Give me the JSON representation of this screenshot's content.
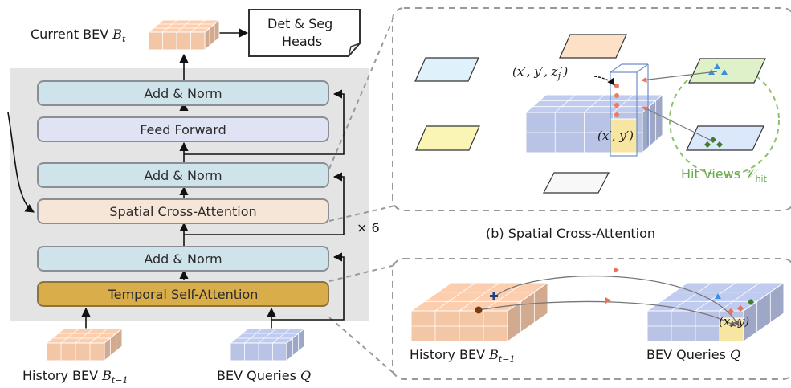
{
  "encoder": {
    "add_norm_top": "Add & Norm",
    "feed_forward": "Feed Forward",
    "add_norm_mid": "Add & Norm",
    "spatial_cross_attention": "Spatial Cross-Attention",
    "add_norm_bottom": "Add & Norm",
    "temporal_self_attention": "Temporal Self-Attention",
    "repeat": "× 6"
  },
  "inputs": {
    "history_bev_prefix": "History BEV ",
    "history_bev_math": "B",
    "history_bev_sub": "t−1",
    "bev_queries_prefix": "BEV Queries ",
    "bev_queries_math": "Q"
  },
  "output": {
    "current_bev_prefix": "Current BEV ",
    "current_bev_math": "B",
    "current_bev_sub": "t",
    "heads_line1": "Det & Seg",
    "heads_line2": "Heads"
  },
  "panel_b": {
    "caption": "(b) Spatial Cross-Attention",
    "ref_point_label": "(x′, y′, z",
    "ref_point_sub": "j",
    "ref_point_end": "′)",
    "pillar_label": "(x′, y′)",
    "hit_views_prefix": "Hit Views ",
    "hit_views_math": "𝒱",
    "hit_views_sub": "hit"
  },
  "panel_a": {
    "history_bev_prefix": "History BEV ",
    "history_bev_math": "B",
    "history_bev_sub": "t−1",
    "bev_queries_prefix": "BEV Queries ",
    "bev_queries_math": "Q",
    "query_point_label": "(x, y)"
  },
  "colors": {
    "background_panel": "#e4e4e4",
    "add_norm": "#cfe3ea",
    "feed_forward": "#dfe3f3",
    "spatial_cross_attention": "#f6e6d8",
    "temporal_self_attention": "#d9ad4a",
    "history_bev": "#f3c6a6",
    "bev_queries": "#b8c3e6",
    "highlight_cell": "#f6e6a2",
    "hit_views": "#8fc06a"
  }
}
